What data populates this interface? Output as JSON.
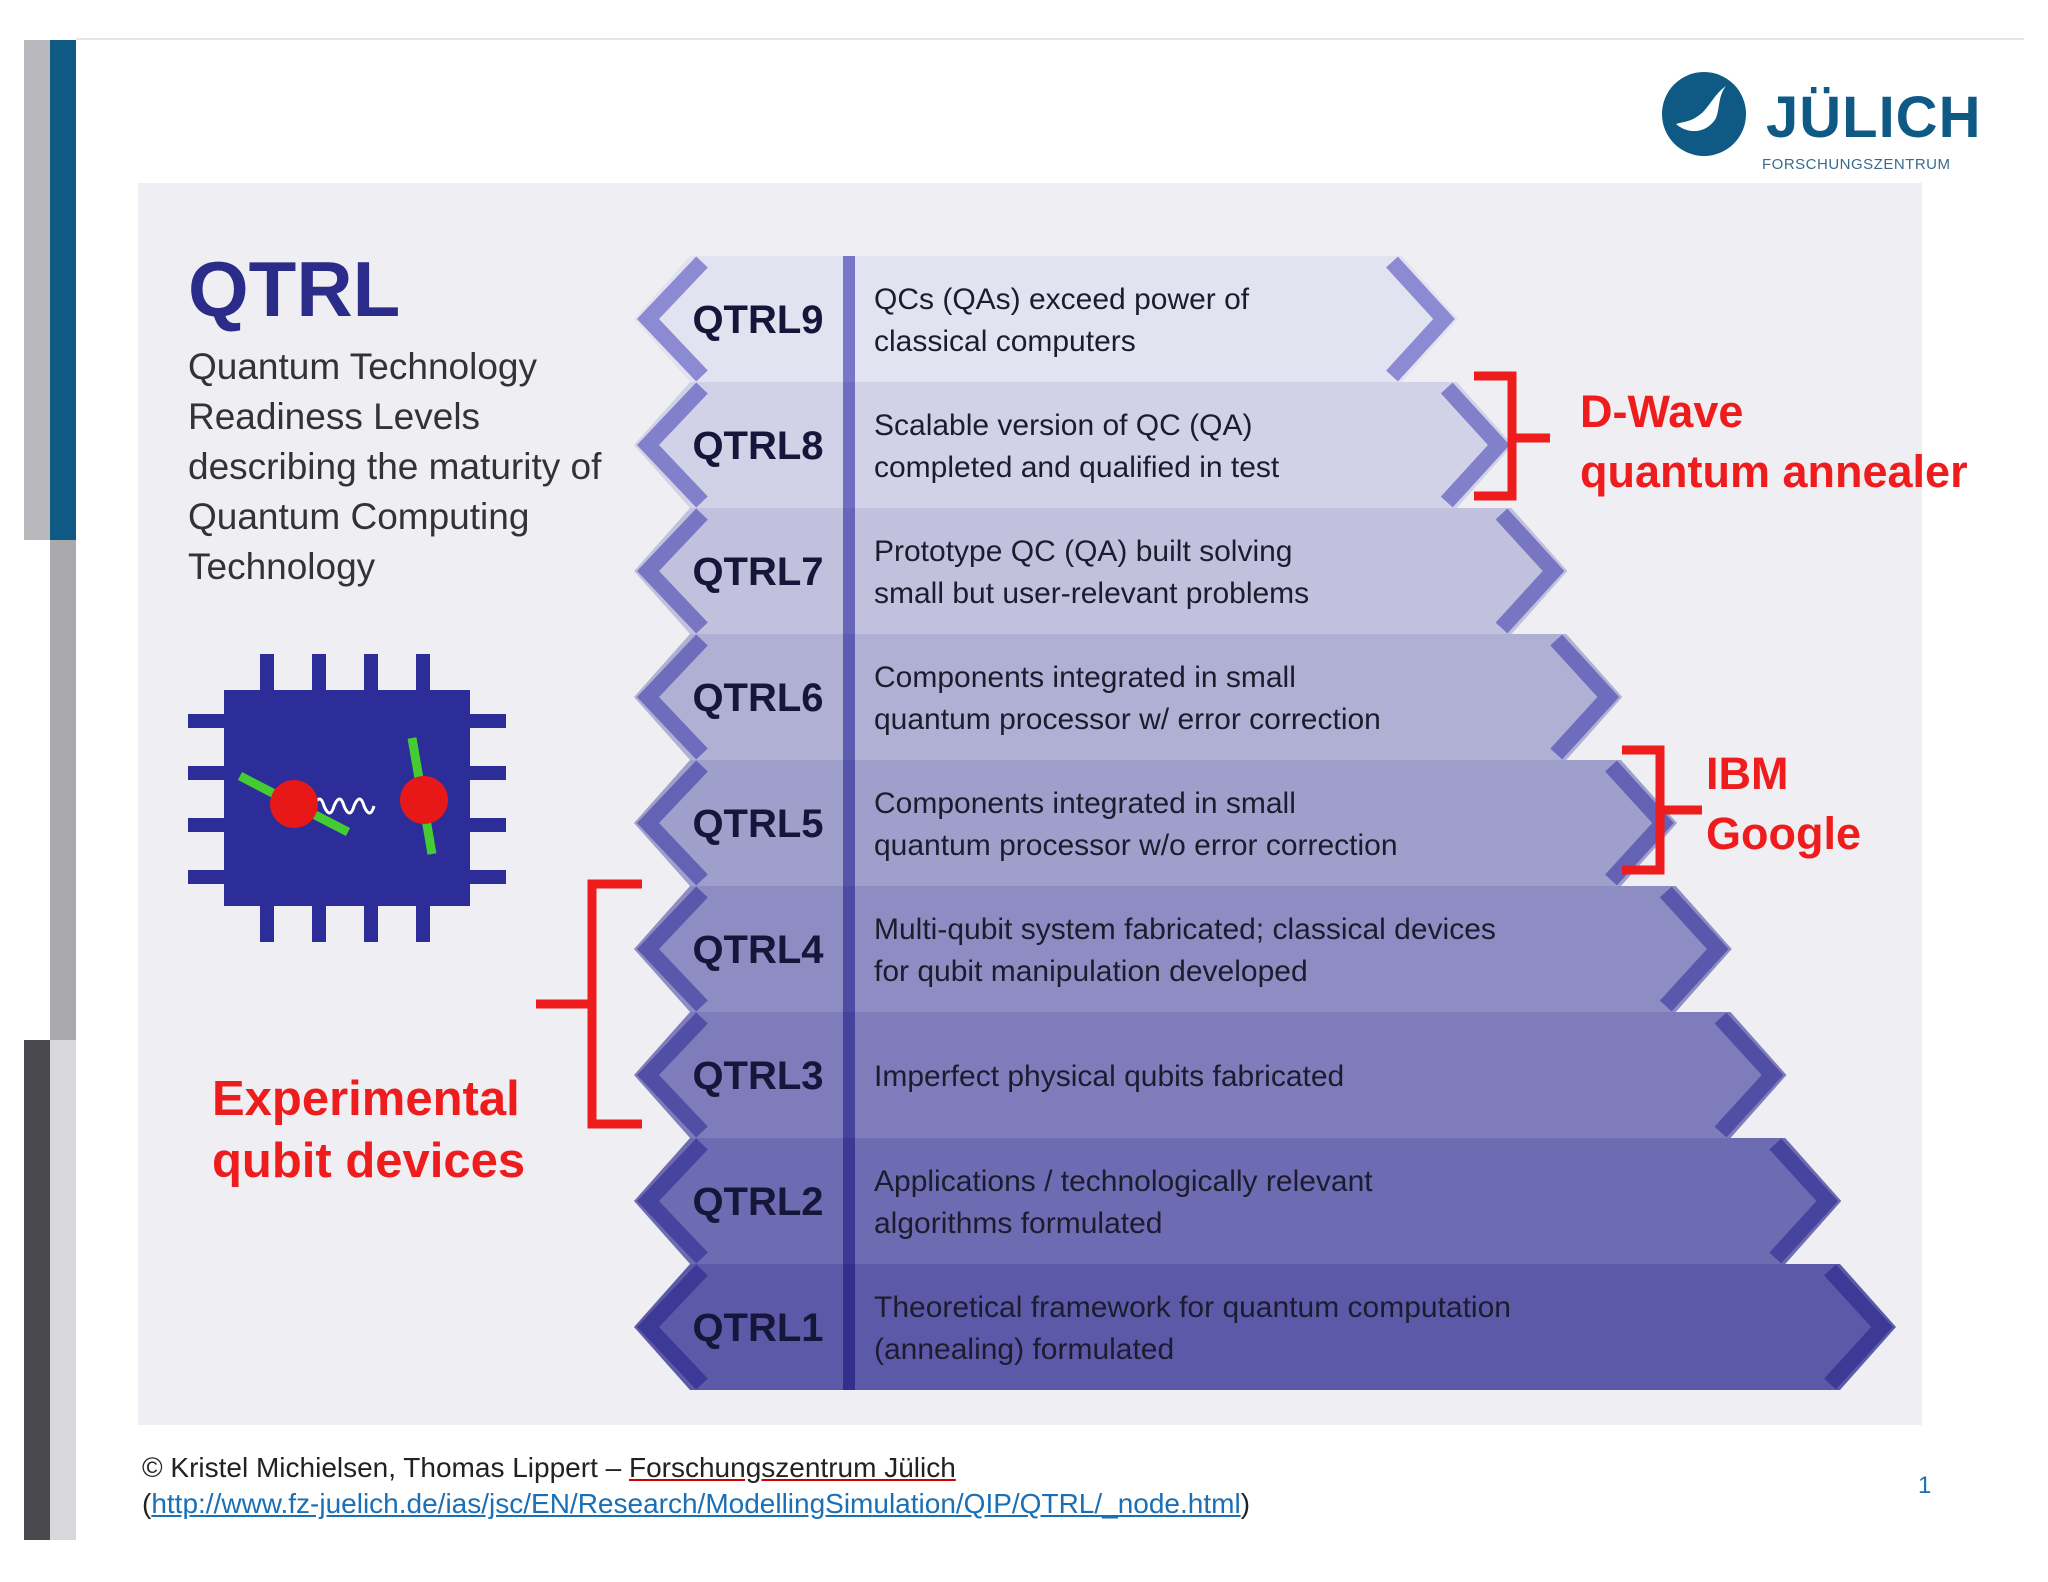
{
  "logo": {
    "name": "JÜLICH",
    "subtitle": "FORSCHUNGSZENTRUM"
  },
  "title": "QTRL",
  "description": "Quantum Technology Readiness Levels describing the maturity of Quantum Computing Technology",
  "colors": {
    "title": "#2b2b8a",
    "accent_red": "#ee1c1c",
    "brand_blue": "#0f5a84",
    "panel": "#eeeef3"
  },
  "levels": [
    {
      "label": "QTRL9",
      "text": [
        "QCs (QAs) exceed power of",
        "classical computers"
      ]
    },
    {
      "label": "QTRL8",
      "text": [
        "Scalable version of QC (QA)",
        "completed and qualified in test"
      ]
    },
    {
      "label": "QTRL7",
      "text": [
        "Prototype QC (QA) built solving",
        "small but user-relevant problems"
      ]
    },
    {
      "label": "QTRL6",
      "text": [
        "Components integrated in small",
        "quantum processor w/ error correction"
      ]
    },
    {
      "label": "QTRL5",
      "text": [
        "Components integrated in small",
        "quantum processor w/o error correction"
      ]
    },
    {
      "label": "QTRL4",
      "text": [
        "Multi-qubit system fabricated; classical devices",
        "for qubit manipulation developed"
      ]
    },
    {
      "label": "QTRL3",
      "text": [
        "Imperfect physical qubits fabricated"
      ]
    },
    {
      "label": "QTRL2",
      "text": [
        "Applications / technologically relevant",
        "algorithms formulated"
      ]
    },
    {
      "label": "QTRL1",
      "text": [
        "Theoretical framework for quantum computation",
        "(annealing) formulated"
      ]
    }
  ],
  "callouts": {
    "dwave": [
      "D-Wave",
      "quantum annealer"
    ],
    "ibm_google": [
      "IBM",
      "Google"
    ],
    "experimental": [
      "Experimental",
      "qubit devices"
    ]
  },
  "footer": {
    "copyright": "© Kristel Michielsen, Thomas Lippert –",
    "org": "Forschungszentrum Jülich",
    "paren_open": "(",
    "url": "http://www.fz-juelich.de/ias/jsc/EN/Research/ModellingSimulation/QIP/QTRL/_node.html",
    "paren_close": ")"
  },
  "page_number": "1"
}
